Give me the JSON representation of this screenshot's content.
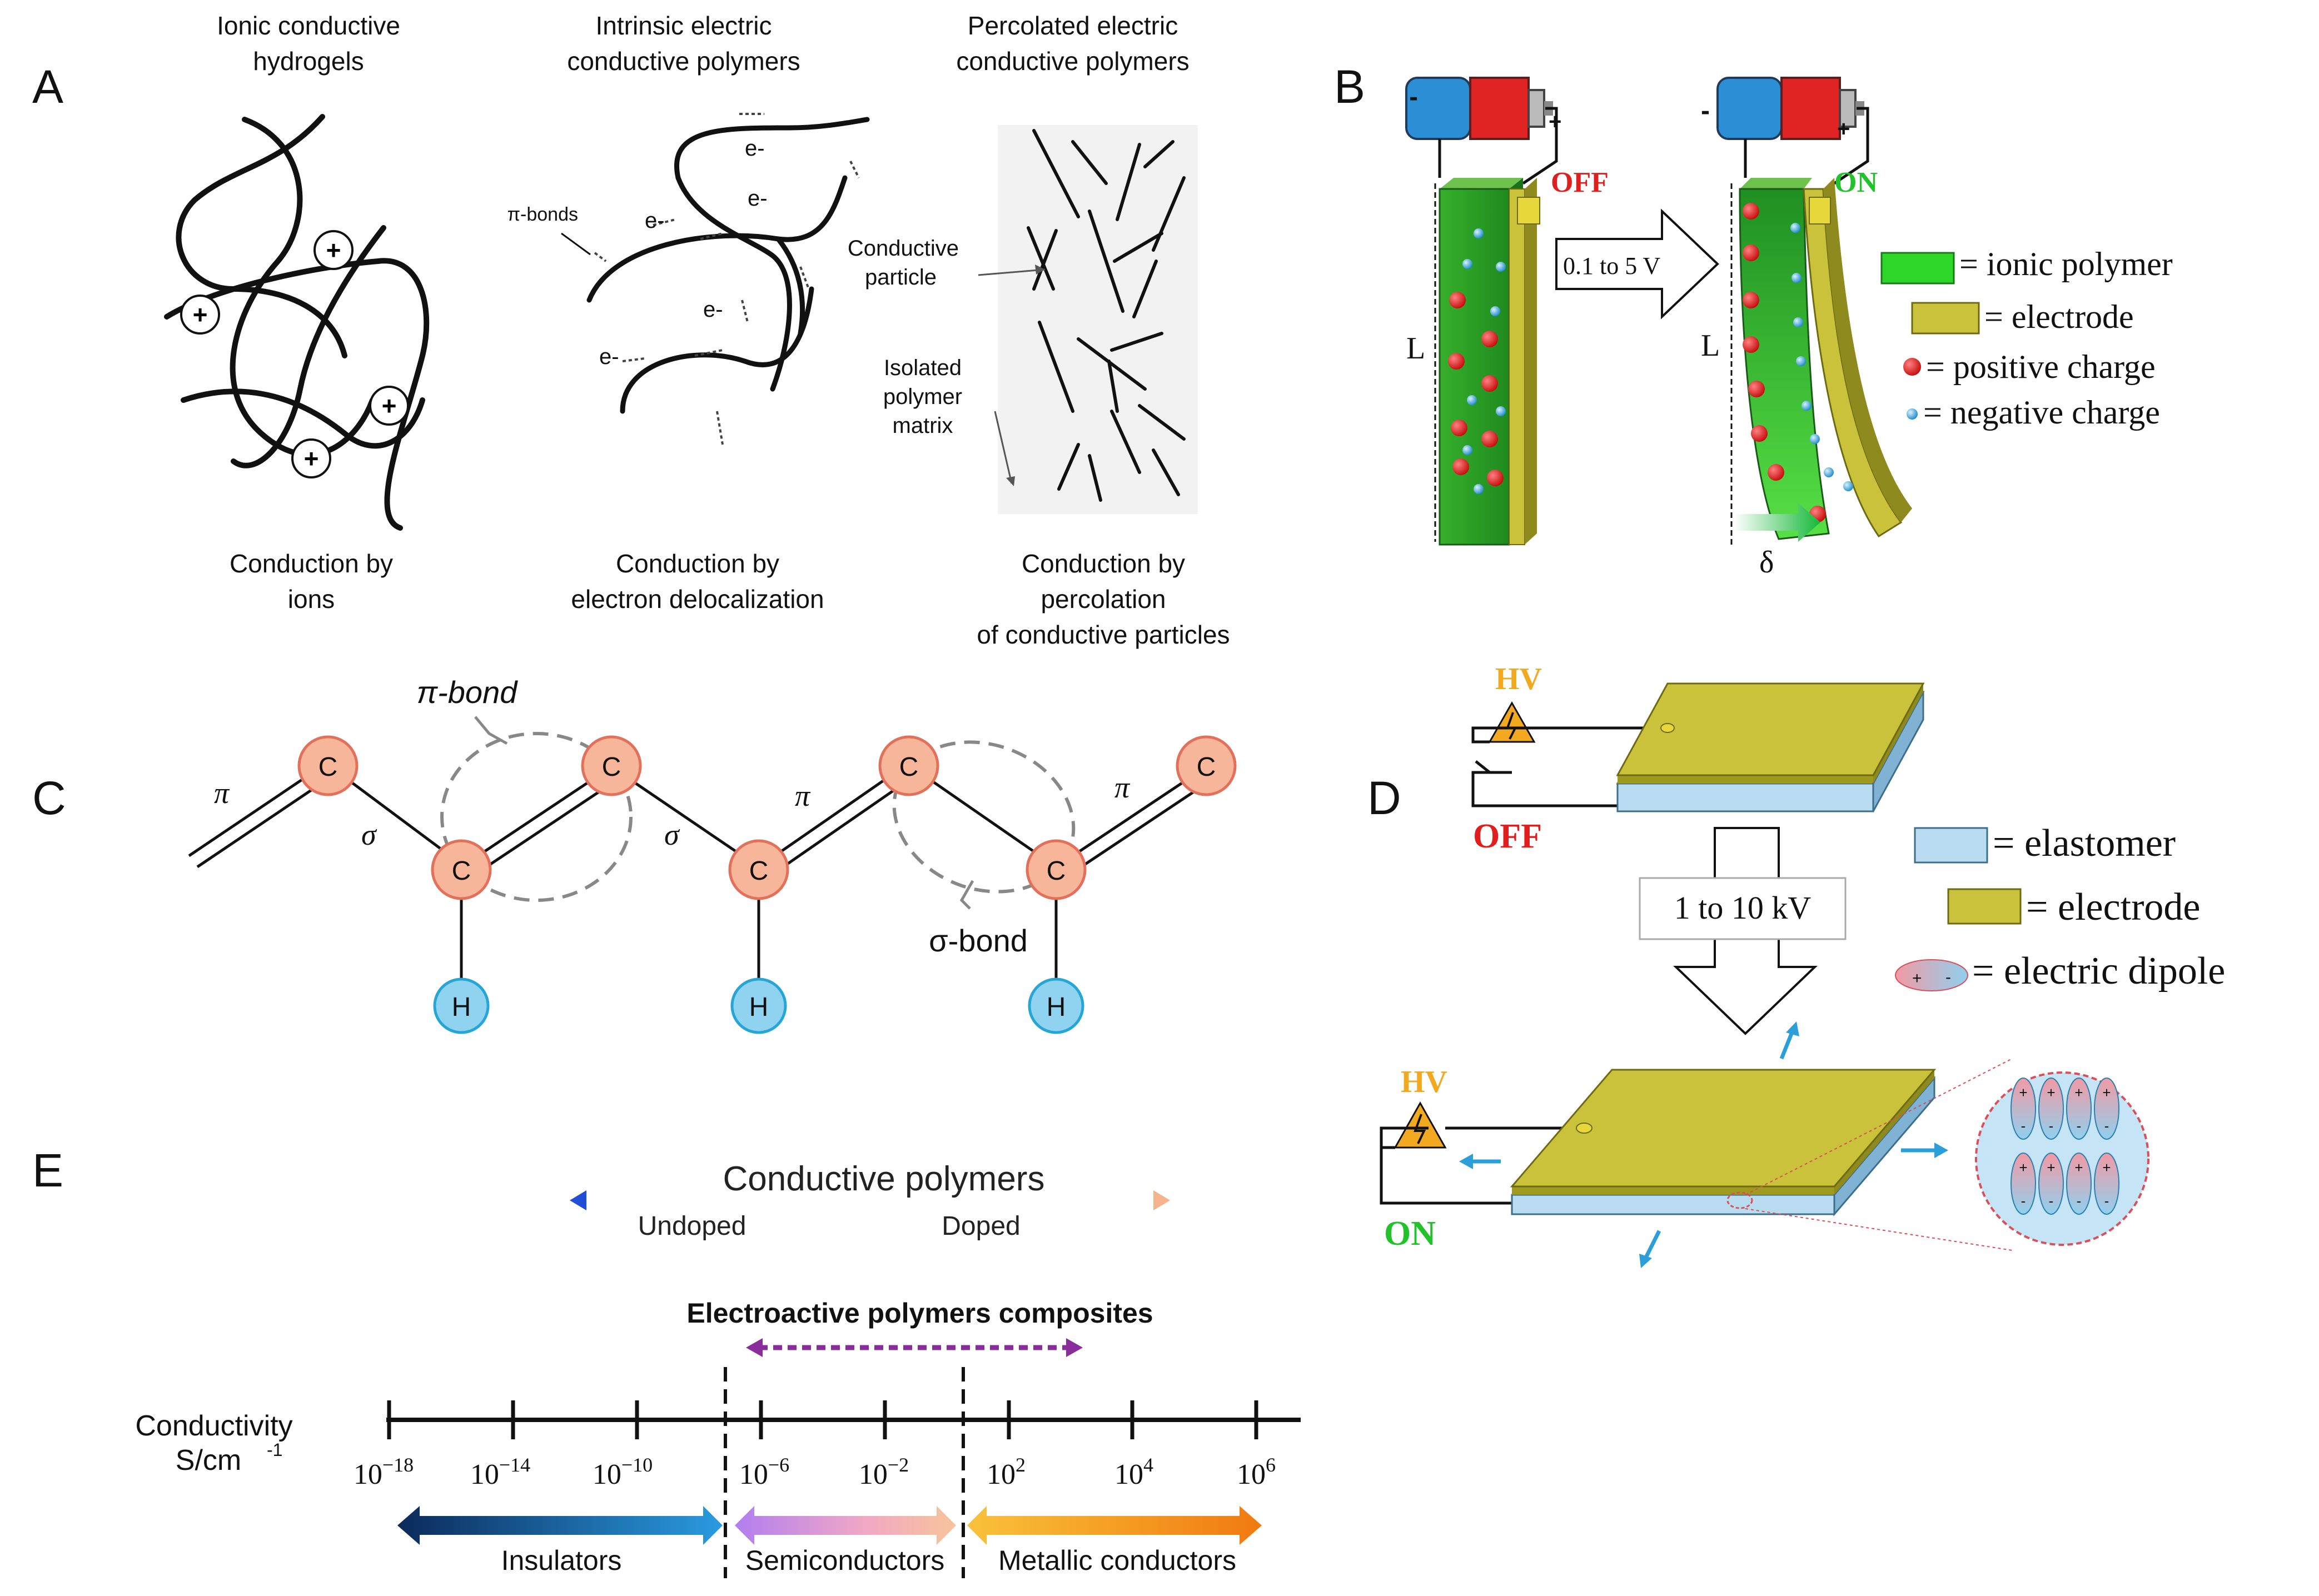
{
  "panels": {
    "A": {
      "letter": "A",
      "col1": {
        "title_line1": "Ionic conductive",
        "title_line2": "hydrogels",
        "caption_line1": "Conduction by",
        "caption_line2": "ions",
        "ion_symbol": "+"
      },
      "col2": {
        "title_line1": "Intrinsic electric",
        "title_line2": "conductive polymers",
        "pi_bonds_label": "π-bonds",
        "electron_label": "e-",
        "caption_line1": "Conduction by",
        "caption_line2": "electron delocalization"
      },
      "col3": {
        "title_line1": "Percolated electric",
        "title_line2": "conductive polymers",
        "particle_label_line1": "Conductive",
        "particle_label_line2": "particle",
        "matrix_label_line1": "Isolated",
        "matrix_label_line2": "polymer",
        "matrix_label_line3": "matrix",
        "caption_line1": "Conduction by",
        "caption_line2": "percolation",
        "caption_line3": "of conductive particles"
      }
    },
    "B": {
      "letter": "B",
      "off_label": "OFF",
      "on_label": "ON",
      "voltage": "0.1  to 5 V",
      "length_label": "L",
      "deflection_label": "δ",
      "battery_minus": "-",
      "battery_plus": "+",
      "legend": [
        "= ionic polymer",
        "= electrode",
        "= positive charge",
        "= negative charge"
      ]
    },
    "C": {
      "letter": "C",
      "pi_bond_label": "π-bond",
      "sigma_bond_label": "σ-bond",
      "pi_symbol": "π",
      "sigma_symbol": "σ",
      "carbon": "C",
      "hydrogen": "H"
    },
    "D": {
      "letter": "D",
      "hv_label": "HV",
      "off_label": "OFF",
      "on_label": "ON",
      "voltage": "1 to 10 kV",
      "legend": [
        "= elastomer",
        "= electrode",
        "= electric dipole"
      ],
      "dipole_plus": "+",
      "dipole_minus": "-"
    },
    "E": {
      "letter": "E",
      "conductive_polymers": "Conductive polymers",
      "undoped": "Undoped",
      "doped": "Doped",
      "composites": "Electroactive polymers composites",
      "axis_label_line1": "Conductivity",
      "axis_label_line2": "S/cm",
      "axis_label_exp": "-1",
      "ticks": [
        {
          "base": "10",
          "exp": "−18"
        },
        {
          "base": "10",
          "exp": "−14"
        },
        {
          "base": "10",
          "exp": "−10"
        },
        {
          "base": "10",
          "exp": "−6"
        },
        {
          "base": "10",
          "exp": "−2"
        },
        {
          "base": "10",
          "exp": "2"
        },
        {
          "base": "10",
          "exp": "4"
        },
        {
          "base": "10",
          "exp": "6"
        }
      ],
      "ranges": [
        "Insulators",
        "Semiconductors",
        "Metallic conductors"
      ]
    }
  },
  "colors": {
    "green": "#2fa52a",
    "electrode": "#b8b22a",
    "red": "#e01e1e",
    "on_green": "#22c32a",
    "carbon_fill": "#f7b599",
    "carbon_stroke": "#e2705a",
    "hydrogen_fill": "#8fd3f0",
    "hydrogen_stroke": "#26a6d6",
    "elastomer": "#b9dcf0",
    "hv_yellow": "#f2a81f",
    "purple": "#8a2d9c"
  }
}
